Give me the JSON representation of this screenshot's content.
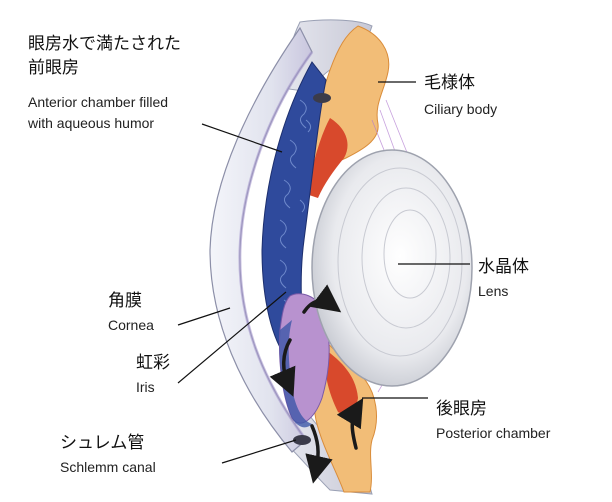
{
  "labels": {
    "aqueous": {
      "jp_line1": "眼房水で満たされた",
      "jp_line2": "前眼房",
      "en_line1": "Anterior chamber filled",
      "en_line2": "with aqueous humor"
    },
    "ciliary": {
      "jp": "毛様体",
      "en": "Ciliary body"
    },
    "lens": {
      "jp": "水晶体",
      "en": "Lens"
    },
    "cornea": {
      "jp": "角膜",
      "en": "Cornea"
    },
    "iris": {
      "jp": "虹彩",
      "en": "Iris"
    },
    "posterior": {
      "jp": "後眼房",
      "en": "Posterior chamber"
    },
    "schlemm": {
      "jp": "シュレム管",
      "en": "Schlemm canal"
    }
  },
  "colors": {
    "cornea": "#e8e9f1",
    "iris_blue": "#2f4a9c",
    "iris_purple": "#b892cf",
    "ciliary": "#f2bd77",
    "ciliary_red": "#d8492c",
    "lens": "#e7e8ec",
    "leader": "#111111",
    "arrow": "#1a1a1a"
  }
}
